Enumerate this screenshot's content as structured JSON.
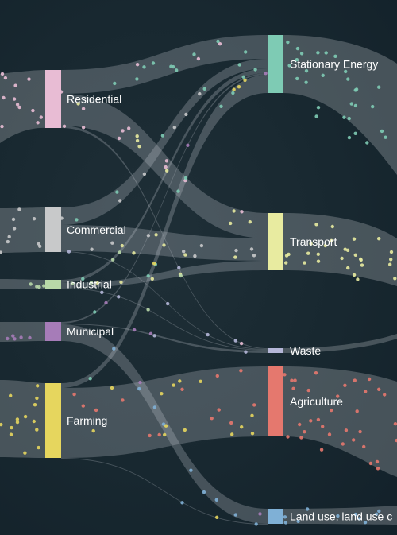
{
  "diagram": {
    "type": "sankey",
    "sources": [
      {
        "id": "residential",
        "label": "Residential",
        "color": "#e8bcd4"
      },
      {
        "id": "commercial",
        "label": "Commercial",
        "color": "#c8c9ca"
      },
      {
        "id": "industrial",
        "label": "Industrial",
        "color": "#b8d8a8"
      },
      {
        "id": "municipal",
        "label": "Municipal",
        "color": "#a67cb8"
      },
      {
        "id": "farming",
        "label": "Farming",
        "color": "#e6d65e"
      }
    ],
    "sectors": [
      {
        "id": "stationary",
        "label": "Stationary Energy",
        "color": "#7ecbb4"
      },
      {
        "id": "transport",
        "label": "Transport",
        "color": "#e8eba0"
      },
      {
        "id": "waste",
        "label": "Waste",
        "color": "#b5b7d8"
      },
      {
        "id": "agriculture",
        "label": "Agriculture",
        "color": "#e5786e"
      },
      {
        "id": "landuse",
        "label": "Land use, land use c",
        "color": "#7fb0d6"
      }
    ],
    "flows": [
      {
        "from": "residential",
        "to": "stationary"
      },
      {
        "from": "residential",
        "to": "transport"
      },
      {
        "from": "residential",
        "to": "waste"
      },
      {
        "from": "commercial",
        "to": "stationary"
      },
      {
        "from": "commercial",
        "to": "transport"
      },
      {
        "from": "commercial",
        "to": "waste"
      },
      {
        "from": "industrial",
        "to": "stationary"
      },
      {
        "from": "industrial",
        "to": "transport"
      },
      {
        "from": "industrial",
        "to": "waste"
      },
      {
        "from": "municipal",
        "to": "stationary"
      },
      {
        "from": "municipal",
        "to": "waste"
      },
      {
        "from": "municipal",
        "to": "landuse"
      },
      {
        "from": "farming",
        "to": "stationary"
      },
      {
        "from": "farming",
        "to": "agriculture"
      },
      {
        "from": "farming",
        "to": "landuse"
      }
    ]
  }
}
